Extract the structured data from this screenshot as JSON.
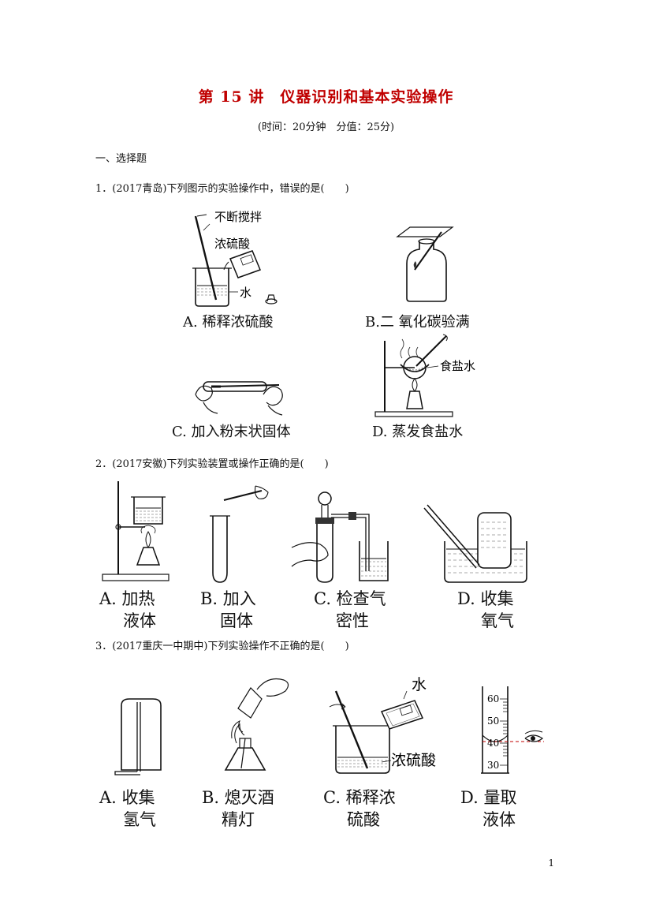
{
  "header": {
    "title": "第 15 讲　仪器识别和基本实验操作",
    "subtitle": "(时间：20分钟　分值：25分)"
  },
  "section": "一、选择题",
  "questions": [
    {
      "text": "1．(2017青岛)下列图示的实验操作中，错误的是(　　)",
      "options": [
        {
          "label": "A. 稀释浓硫酸",
          "callouts": [
            "不断搅拌",
            "浓硫酸",
            "水"
          ]
        },
        {
          "label": "B.二 氧化碳验满",
          "callouts": []
        },
        {
          "label": "C. 加入粉末状固体",
          "callouts": []
        },
        {
          "label": "D. 蒸发食盐水",
          "callouts": [
            "食盐水"
          ]
        }
      ]
    },
    {
      "text": "2．(2017安徽)下列实验装置或操作正确的是(　　)",
      "options": [
        {
          "line1": "A. 加热",
          "line2": "液体"
        },
        {
          "line1": "B. 加入",
          "line2": "固体"
        },
        {
          "line1": "C. 检查气",
          "line2": "密性"
        },
        {
          "line1": "D. 收集",
          "line2": "氧气"
        }
      ]
    },
    {
      "text": "3．(2017重庆一中期中)下列实验操作不正确的是(　　)",
      "options": [
        {
          "line1": "A. 收集",
          "line2": "氢气",
          "callouts": []
        },
        {
          "line1": "B. 熄灭酒",
          "line2": "精灯",
          "callouts": []
        },
        {
          "line1": "C. 稀释浓",
          "line2": "硫酸",
          "callouts": [
            "水",
            "浓硫酸"
          ]
        },
        {
          "line1": "D. 量取",
          "line2": "液体",
          "callouts": [
            "60",
            "50",
            "40",
            "30"
          ]
        }
      ]
    }
  ],
  "page_number": "1"
}
